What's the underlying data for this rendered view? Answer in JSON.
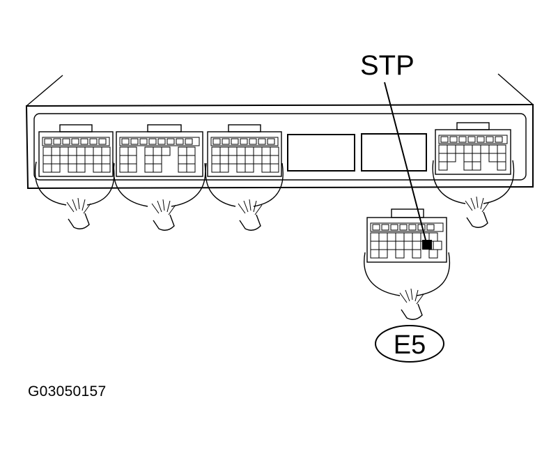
{
  "labels": {
    "pointer": "STP",
    "connector": "E5",
    "figure_code": "G03050157"
  }
}
